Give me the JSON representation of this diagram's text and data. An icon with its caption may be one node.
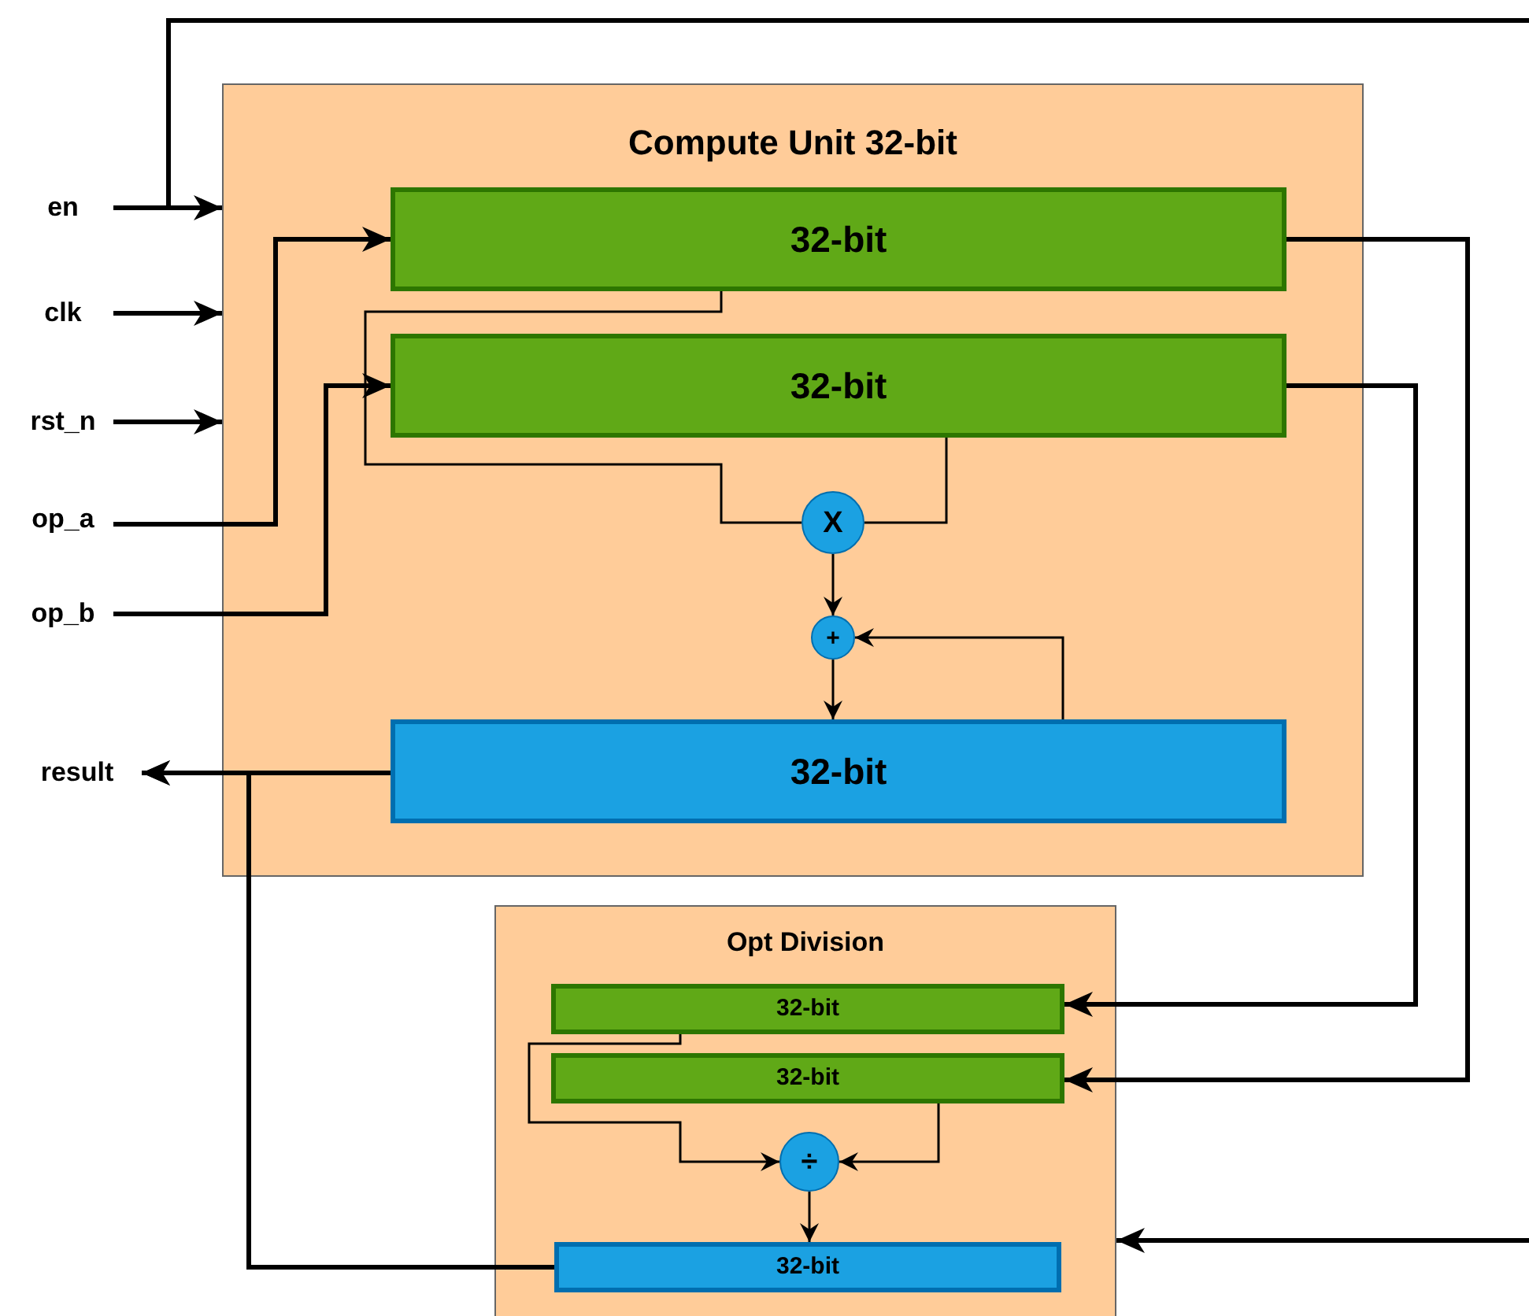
{
  "diagram": {
    "nodes": [
      {
        "text": [
          "en"
        ]
      },
      {
        "text": [
          "clk"
        ]
      },
      {
        "text": [
          "rst_n"
        ]
      },
      {
        "text": [
          "op_a"
        ]
      },
      {
        "text": [
          "op_b"
        ]
      },
      {
        "text": [
          "result"
        ]
      },
      {
        "text": [
          "Compute Unit 32-bit"
        ]
      },
      {
        "text": [
          "32-bit"
        ],
        "in": 6
      },
      {
        "text": [
          "32-bit"
        ],
        "in": 6
      },
      {
        "text": [
          "X"
        ],
        "in": 6
      },
      {
        "text": [
          "+"
        ],
        "in": 6
      },
      {
        "text": [
          "32-bit"
        ],
        "in": 6
      },
      {
        "text": [
          "Opt Division"
        ]
      },
      {
        "text": [
          "32-bit"
        ],
        "in": 12
      },
      {
        "text": [
          "32-bit"
        ],
        "in": 12
      },
      {
        "text": [
          "÷"
        ],
        "in": 12
      },
      {
        "text": [
          "32-bit"
        ],
        "in": 12
      }
    ],
    "edges": [
      {
        "from": 0,
        "to": 6,
        "arrow": "to"
      },
      {
        "from": 0,
        "to": null,
        "arrow": "none"
      },
      {
        "from": null,
        "to": 12,
        "arrow": "to"
      },
      {
        "from": 1,
        "to": 6,
        "arrow": "to"
      },
      {
        "from": 2,
        "to": 6,
        "arrow": "to"
      },
      {
        "from": 3,
        "to": 7,
        "arrow": "to"
      },
      {
        "from": 4,
        "to": 8,
        "arrow": "to"
      },
      {
        "from": 7,
        "to": 9,
        "arrow": "none"
      },
      {
        "from": 8,
        "to": 9,
        "arrow": "none"
      },
      {
        "from": 9,
        "to": 10,
        "arrow": "to"
      },
      {
        "from": 11,
        "to": 10,
        "arrow": "to"
      },
      {
        "from": 10,
        "to": 11,
        "arrow": "to"
      },
      {
        "from": 11,
        "to": 5,
        "arrow": "to"
      },
      {
        "from": 16,
        "to": 5,
        "arrow": "to"
      },
      {
        "from": 7,
        "to": 14,
        "arrow": "to"
      },
      {
        "from": 8,
        "to": 13,
        "arrow": "to"
      },
      {
        "from": 13,
        "to": 15,
        "arrow": "to"
      },
      {
        "from": 14,
        "to": 15,
        "arrow": "to"
      },
      {
        "from": 15,
        "to": 16,
        "arrow": "to"
      }
    ]
  }
}
